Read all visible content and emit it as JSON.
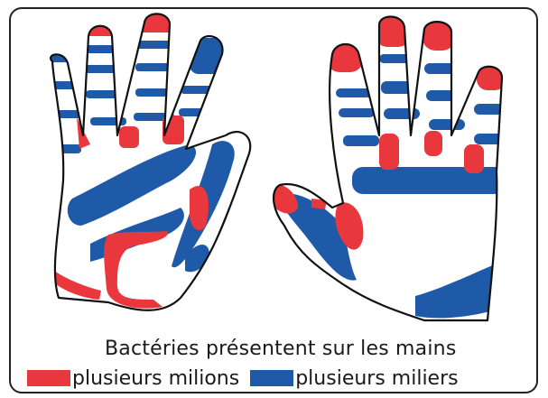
{
  "caption": "Bactéries présentent sur les mains",
  "legend": [
    {
      "label": "plusieurs milions",
      "color": "#e8383d"
    },
    {
      "label": "plusieurs miliers",
      "color": "#1f5aa8"
    }
  ],
  "colors": {
    "red": "#e8383d",
    "blue": "#1f5aa8",
    "outline": "#111111"
  }
}
